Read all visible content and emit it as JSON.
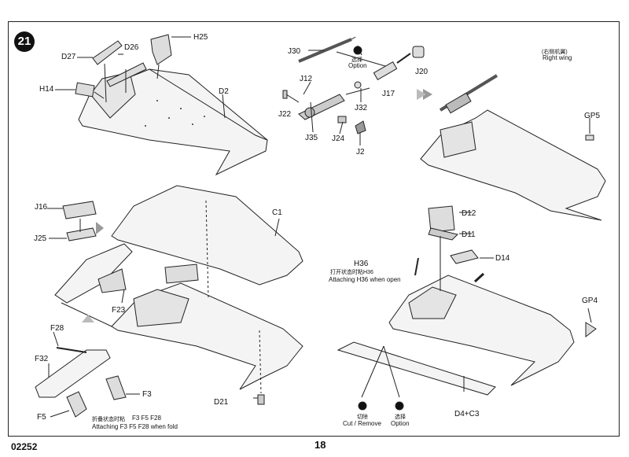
{
  "step_number": "21",
  "footer": {
    "catalog_number": "02252",
    "page_number": "18"
  },
  "labels": {
    "H25": "H25",
    "D27": "D27",
    "D26": "D26",
    "H14": "H14",
    "D2": "D2",
    "J30": "J30",
    "option_cn_1": "选择",
    "option_1": "Option",
    "J12": "J12",
    "J22": "J22",
    "J35": "J35",
    "J24": "J24",
    "J2": "J2",
    "J17": "J17",
    "J32": "J32",
    "J20": "J20",
    "right_wing_cn": "(右侧机翼)",
    "right_wing": "Right wing",
    "GP5": "GP5",
    "J16": "J16",
    "J25": "J25",
    "C1": "C1",
    "F23": "F23",
    "F28": "F28",
    "F32": "F32",
    "F3": "F3",
    "F5": "F5",
    "fold_cn": "折叠状态时粘",
    "fold_parts": "F3 F5 F28",
    "fold_en": "Attaching F3 F5 F28  when fold",
    "D21": "D21",
    "D12": "D12",
    "D11": "D11",
    "H36": "H36",
    "H36_cn": "打开状态时粘H36",
    "H36_en": "Attaching H36 when open",
    "D14": "D14",
    "GP4": "GP4",
    "cut_cn": "切除",
    "cut_en": "Cut / Remove",
    "option_cn_2": "选择",
    "option_2": "Option",
    "D4C3": "D4+C3"
  },
  "icons": [
    "step-badge",
    "option-icon",
    "cut-icon",
    "direction-arrow"
  ]
}
